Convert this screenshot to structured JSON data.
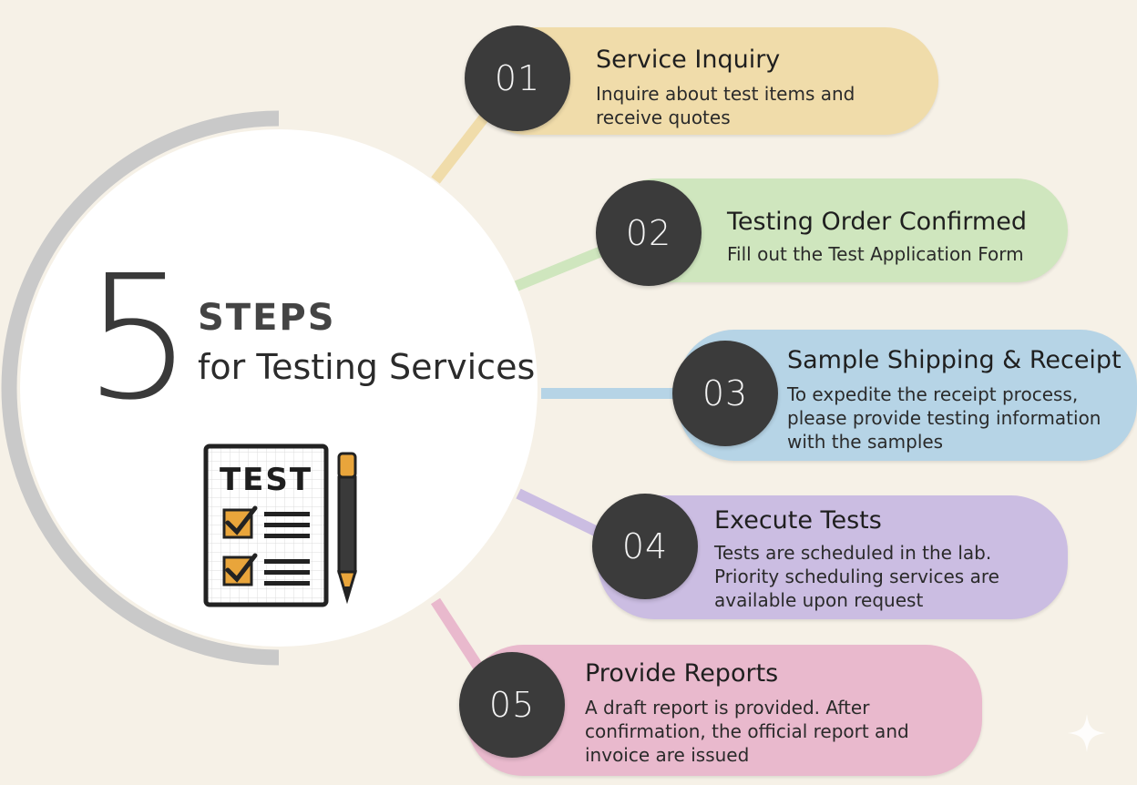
{
  "hero": {
    "number": "5",
    "heading": "STEPS",
    "subheading": "for Testing Services"
  },
  "icon": {
    "name": "test-checklist-icon",
    "label": "TEST"
  },
  "steps": [
    {
      "number": "01",
      "title": "Service Inquiry",
      "description": "Inquire about test items and\nreceive quotes",
      "color": "#f0dcaa"
    },
    {
      "number": "02",
      "title": "Testing Order Confirmed",
      "description": "Fill out the Test Application Form",
      "color": "#cfe6be"
    },
    {
      "number": "03",
      "title": "Sample Shipping & Receipt",
      "description": "To expedite the receipt process,\nplease provide testing information\nwith the samples",
      "color": "#b6d4e6"
    },
    {
      "number": "04",
      "title": "Execute Tests",
      "description": "Tests are scheduled in the lab.\nPriority scheduling services are\navailable upon request",
      "color": "#cbbde2"
    },
    {
      "number": "05",
      "title": "Provide Reports",
      "description": "A draft report is provided. After\nconfirmation, the official report and\ninvoice are issued",
      "color": "#e9b9cd"
    }
  ],
  "colors": {
    "background": "#f6f1e7",
    "badge": "#3b3b3b",
    "arc": "#c9c9c9",
    "accent_orange": "#e9a53b"
  }
}
